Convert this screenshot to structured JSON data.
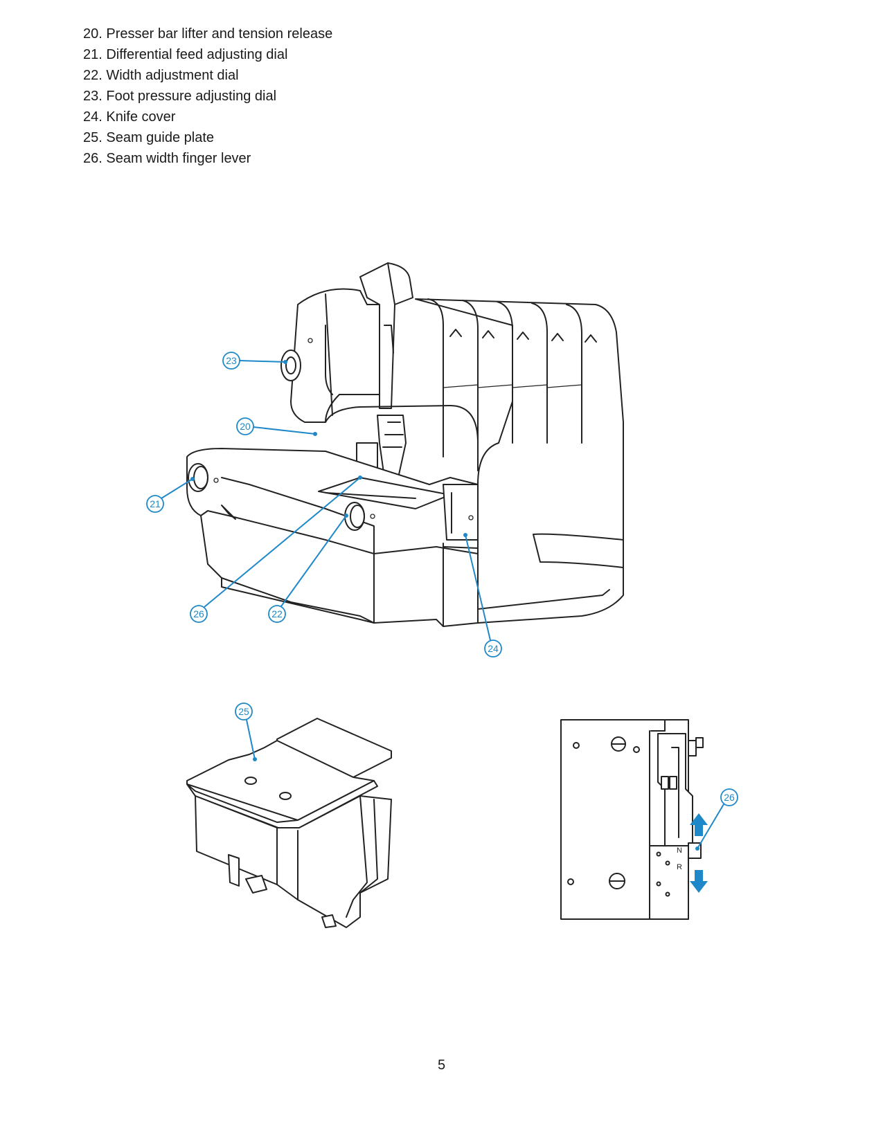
{
  "parts": [
    "20. Presser bar lifter and tension release",
    "21. Differential feed adjusting dial",
    "22. Width adjustment dial",
    "23. Foot pressure adjusting dial",
    "24. Knife cover",
    "25. Seam guide plate",
    "26. Seam width finger lever"
  ],
  "callouts": {
    "c20": "20",
    "c21": "21",
    "c22": "22",
    "c23": "23",
    "c24": "24",
    "c25": "25",
    "c26a": "26",
    "c26b": "26"
  },
  "lever_labels": {
    "n": "N",
    "r": "R"
  },
  "colors": {
    "callout": "#1e88c8",
    "line": "#222222"
  },
  "page_number": "5"
}
